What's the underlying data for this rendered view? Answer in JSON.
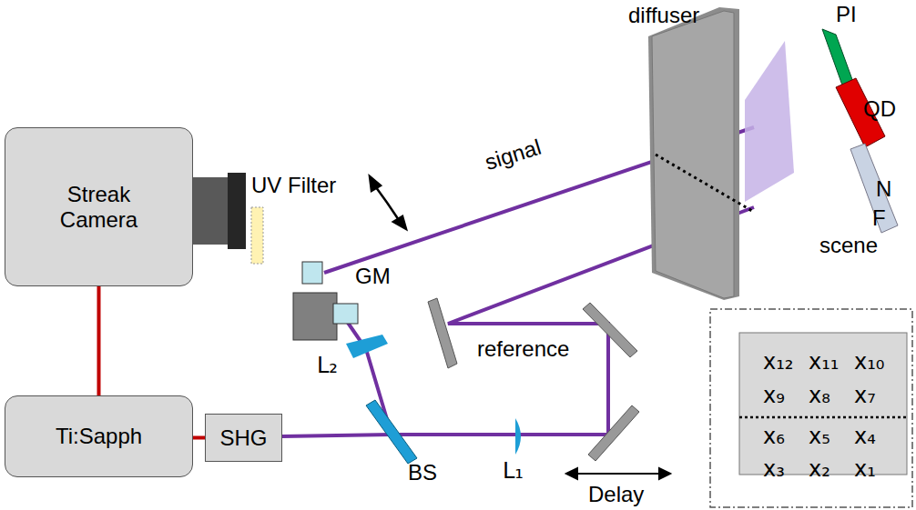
{
  "diagram": {
    "nodes": [
      {
        "text": [
          "Streak Camera"
        ]
      },
      {
        "text": [
          "Ti:Sapph"
        ]
      },
      {
        "text": [
          "SHG"
        ]
      }
    ],
    "edges": [
      {
        "from": 0,
        "to": 1,
        "arrow": "none"
      },
      {
        "from": 1,
        "to": 2,
        "arrow": "none"
      }
    ],
    "labels": [
      "UV Filter",
      "diffuser",
      "PI",
      "QD",
      "N",
      "F",
      "scene",
      "signal",
      "GM",
      "reference",
      "L₂",
      "BS",
      "L₁",
      "Delay",
      "x₁₂",
      "x₁₁",
      "x₁₀",
      "x₉",
      "x₈",
      "x₇",
      "x₆",
      "x₅",
      "x₄",
      "x₃",
      "x₂",
      "x₁"
    ]
  }
}
